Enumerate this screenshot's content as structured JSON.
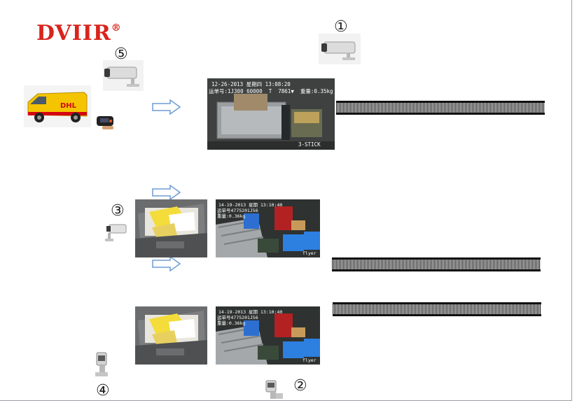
{
  "logo": {
    "text": "DVIIR",
    "mark": "®"
  },
  "markers": {
    "m1": "①",
    "m2": "②",
    "m3": "③",
    "m4": "④",
    "m5": "⑤"
  },
  "van": {
    "brand": "DHL",
    "color": "#f5c400"
  },
  "scale_image": {
    "line1": "12-26-2013 星期四 13:08:20",
    "line2": "运单号:1J300 60000  T  7861▼  重量:0.35kg",
    "corner": "3-STICK"
  },
  "conveyor_images": {
    "top_line1": "14-19-2013 星期 13:10:40",
    "top_line2": "运单号4775201J56",
    "top_line3": "重量:0.36kg",
    "top_brand": "flyer",
    "bottom_line1": "14-19-2013 星期 13:10:40",
    "bottom_line2": "运单号4775201J56",
    "bottom_line3": "重量:0.36kg",
    "bottom_brand": "flyer"
  },
  "colors": {
    "logo": "#d9241c",
    "arrow": "#6f9bd6",
    "belt": "#2b2b2b"
  }
}
